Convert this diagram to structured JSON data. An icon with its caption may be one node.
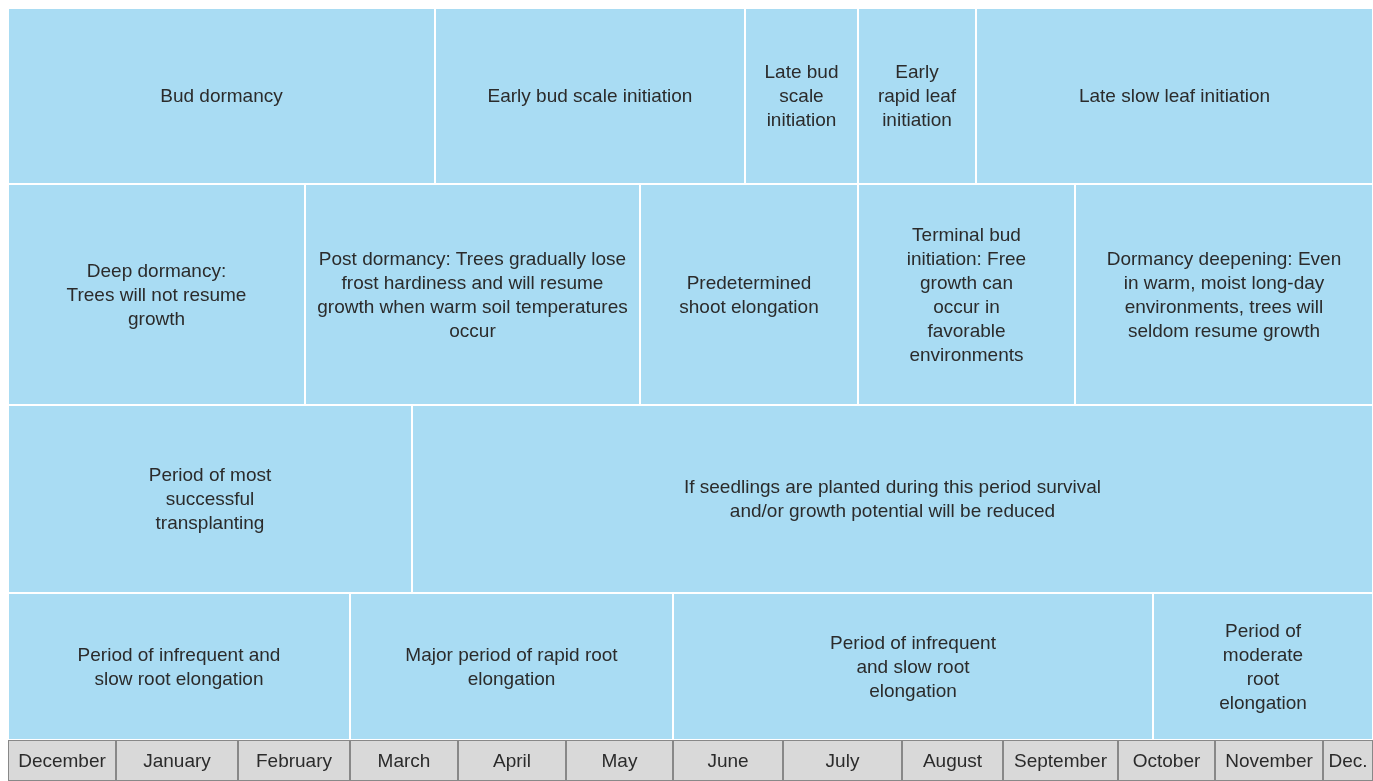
{
  "diagram": {
    "nodes": [
      {
        "text": [
          "Bud dormancy"
        ]
      },
      {
        "text": [
          "Early bud scale initiation"
        ]
      },
      {
        "text": [
          "Late bud scale initiation"
        ]
      },
      {
        "text": [
          "Early rapid leaf initiation"
        ]
      },
      {
        "text": [
          "Late slow leaf initiation"
        ]
      },
      {
        "text": [
          "Deep dormancy: Trees will not resume growth"
        ]
      },
      {
        "text": [
          "Post dormancy: Trees gradually lose frost hardiness and will resume growth when warm soil temperatures occur"
        ]
      },
      {
        "text": [
          "Predetermined shoot elongation"
        ]
      },
      {
        "text": [
          "Terminal bud initiation: Free growth can occur in favorable environments"
        ]
      },
      {
        "text": [
          "Dormancy deepening: Even in warm, moist long-day environments, trees will seldom resume growth"
        ]
      },
      {
        "text": [
          "Period of most successful transplanting"
        ]
      },
      {
        "text": [
          "If seedlings are planted during this period survival and/or growth potential will be reduced"
        ]
      },
      {
        "text": [
          "Period of infrequent and slow root elongation"
        ]
      },
      {
        "text": [
          "Major period of rapid root elongation"
        ]
      },
      {
        "text": [
          "Period of infrequent and slow root elongation"
        ]
      },
      {
        "text": [
          "Period of moderate root elongation"
        ]
      }
    ],
    "labels": [
      "December",
      "January",
      "February",
      "March",
      "April",
      "May",
      "June",
      "July",
      "August",
      "September",
      "October",
      "November",
      "Dec."
    ]
  }
}
